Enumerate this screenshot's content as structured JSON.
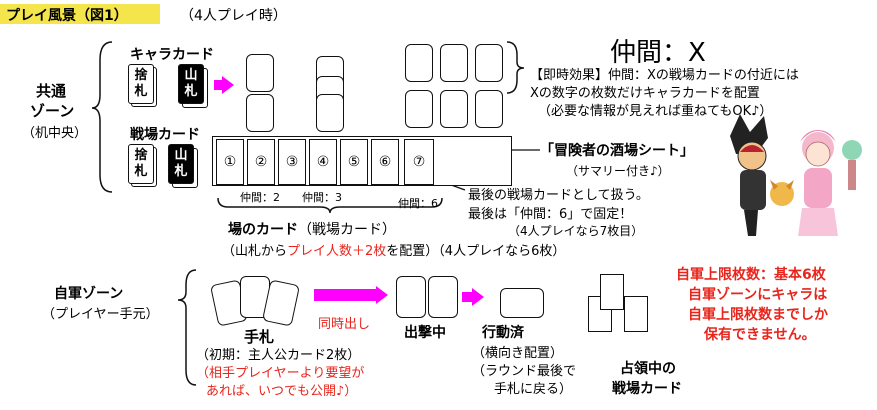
{
  "header": {
    "title": "プレイ風景（図1）",
    "note": "（4人プレイ時）"
  },
  "common_zone": {
    "name1": "共通",
    "name2": "ゾーン",
    "sub": "（机中央）"
  },
  "chara_card_label": "キャラカード",
  "field_card_label": "戦場カード",
  "discard_label": [
    "捨",
    "札"
  ],
  "deck_label": [
    "山",
    "札"
  ],
  "slots": [
    "①",
    "②",
    "③",
    "④",
    "⑤",
    "⑥",
    "⑦"
  ],
  "nakama_2": "仲間：2",
  "nakama_3": "仲間：3",
  "nakama_6": "仲間：6",
  "nakama_x_title": "仲間：X",
  "effect_lines": [
    "【即時効果】仲間：Xの戦場カードの付近には",
    "Xの数字の枚数だけキャラカードを配置",
    "（必要な情報が見えれば重ねてもOK♪）"
  ],
  "tavern_sheet": "「冒険者の酒場シート」",
  "summary_attached": "（サマリー付き♪）",
  "last_card_lines": [
    "最後の戦場カードとして扱う。",
    "最後は「仲間：6」で固定！",
    "（4人プレイなら7枚目）"
  ],
  "field_title_bold": "場のカード",
  "field_title_rest": "（戦場カード）",
  "field_sub_pre": "（山札から",
  "field_sub_red": "プレイ人数＋2枚",
  "field_sub_post": "を配置）（4人プレイなら6枚）",
  "own_zone": {
    "name": "自軍ゾーン",
    "sub": "（プレイヤー手元）"
  },
  "hand_label": "手札",
  "hand_initial": "（初期：主人公カード2枚）",
  "hand_red_1": "（相手プレイヤーより要望が",
  "hand_red_2": "あれば、いつでも公開♪）",
  "simultaneous": "同時出し",
  "sortie": "出撃中",
  "acted": "行動済",
  "acted_sub": [
    "（横向き配置）",
    "（ラウンド最後で",
    "手札に戻る）"
  ],
  "occupied": [
    "占領中の",
    "戦場カード"
  ],
  "limit_lines": [
    "自軍上限枚数：基本6枚",
    "自軍ゾーンにキャラは",
    "自軍上限枚数までしか",
    "保有できません。"
  ],
  "colors": {
    "accent": "#ff00ff",
    "red": "#e8251c",
    "yellow": "#f3e54b"
  }
}
